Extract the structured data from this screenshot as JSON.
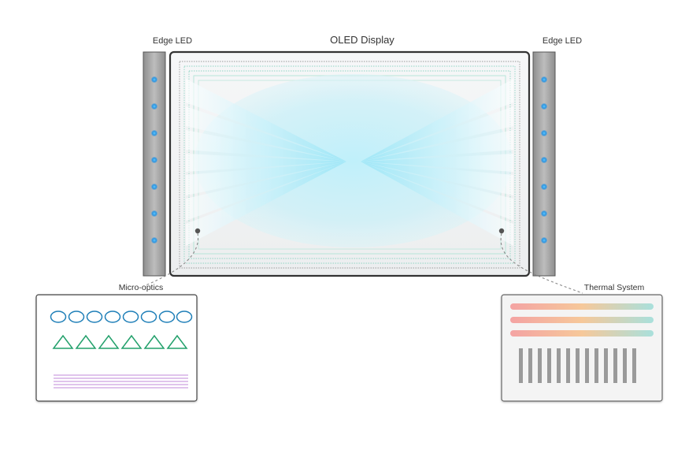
{
  "labels": {
    "display": "OLED Display",
    "edge_led_left": "Edge LED",
    "edge_led_right": "Edge LED",
    "micro_optics": "Micro-optics",
    "thermal_system": "Thermal System"
  },
  "colors": {
    "frame": "#333333",
    "led_strip": "#a8a8a8",
    "led_dot": "#3aa0e8",
    "glow": "#9fe3f2",
    "optics_ellipse": "#1f7fb8",
    "optics_triangle": "#22a06b",
    "optics_lines": "#c08ad8",
    "thermal_gradient": [
      "#f4a3a3",
      "#f6c89a",
      "#a9e0dc"
    ],
    "fins": "#999999"
  },
  "icons": {
    "led": "led-dot-icon",
    "lens": "lens-ellipse-icon",
    "prism": "prism-triangle-icon"
  }
}
